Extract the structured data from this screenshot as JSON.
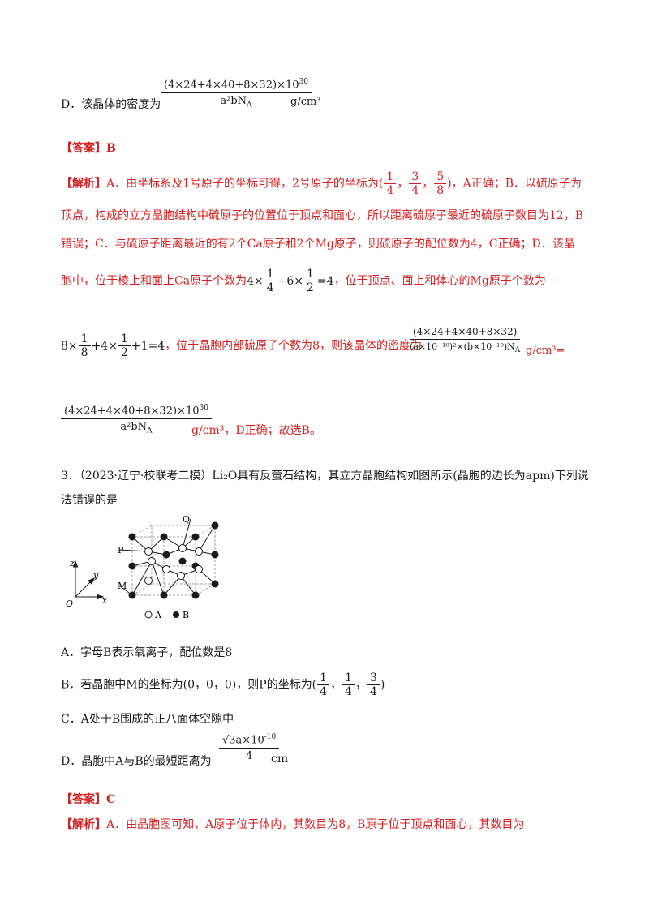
{
  "q2": {
    "optD_prefix": "D．该晶体的密度为",
    "optD_num": "(4×24+4×40+8×32)×10",
    "optD_num_exp": "30",
    "optD_den": "a²bN",
    "optD_den_sub": "A",
    "optD_unit": "g/cm³",
    "answer": "【答案】B",
    "analysis_tag": "【解析】",
    "line1a": "A．由坐标系及1号原子的坐标可得，2号原子的坐标为(",
    "coord": [
      "1",
      "4",
      "3",
      "4",
      "5",
      "8"
    ],
    "line1b": ")，A正确；B．以硫原子为",
    "line2": "顶点，构成的立方晶胞结构中硫原子的位置位于顶点和面心，所以距离硫原子最近的硫原子数目为12，B",
    "line3": "错误；C．与硫原子距离最近的有2个Ca原子和2个Mg原子，则硫原子的配位数为4，C正确；D．该晶",
    "line4a": "胞中，位于棱上和面上Ca原子个数为",
    "line4_expr": [
      "4×",
      "1",
      "4",
      "+6×",
      "1",
      "2",
      "=4"
    ],
    "line4b": "，位于顶点、面上和体心的Mg原子个数为",
    "line5_expr": [
      "8×",
      "1",
      "8",
      "+4×",
      "1",
      "2",
      "+1=4"
    ],
    "line5a": "，位于晶胞内部硫原子个数为8，则该晶体的密度为",
    "dens_num": "(4×24+4×40+8×32)",
    "dens_den": "(a×10⁻¹⁰)²×(b×10⁻¹⁰)N",
    "dens_den_sub": "A",
    "line5b": "g/cm³=",
    "final_num": "(4×24+4×40+8×32)×10",
    "final_num_exp": "30",
    "final_den": "a²bN",
    "final_den_sub": "A",
    "final_tail": "g/cm³，D正确；故选B。"
  },
  "q3": {
    "stem1": "3．（2023·辽宁·校联考二模）Li₂O具有反萤石结构，其立方晶胞结构如图所示(晶胞的边长为apm)下列说",
    "stem2": "法错误的是",
    "figure": {
      "label_Q": "Q",
      "label_P": "P",
      "label_M": "M",
      "axis_z": "z",
      "axis_y": "y",
      "axis_x": "x",
      "axis_o": "O",
      "legend_A": "A",
      "legend_B": "B"
    },
    "optA": "A．字母B表示氧离子，配位数是8",
    "optB_a": "B．若晶胞中M的坐标为(0，0，0)，则P的坐标为(",
    "optB_coord": [
      "1",
      "4",
      "1",
      "4",
      "3",
      "4"
    ],
    "optB_b": ")",
    "optC": "C．A处于B围成的正八面体空隙中",
    "optD_prefix": "D．晶胞中A与B的最短距离为",
    "optD_num": "√3a×10",
    "optD_num_exp": "-10",
    "optD_den": "4",
    "optD_unit": "cm",
    "answer": "【答案】C",
    "analysis_tag": "【解析】",
    "analysis1": "A．由晶胞图可知，A原子位于体内，其数目为8，B原子位于顶点和面心，其数目为"
  }
}
